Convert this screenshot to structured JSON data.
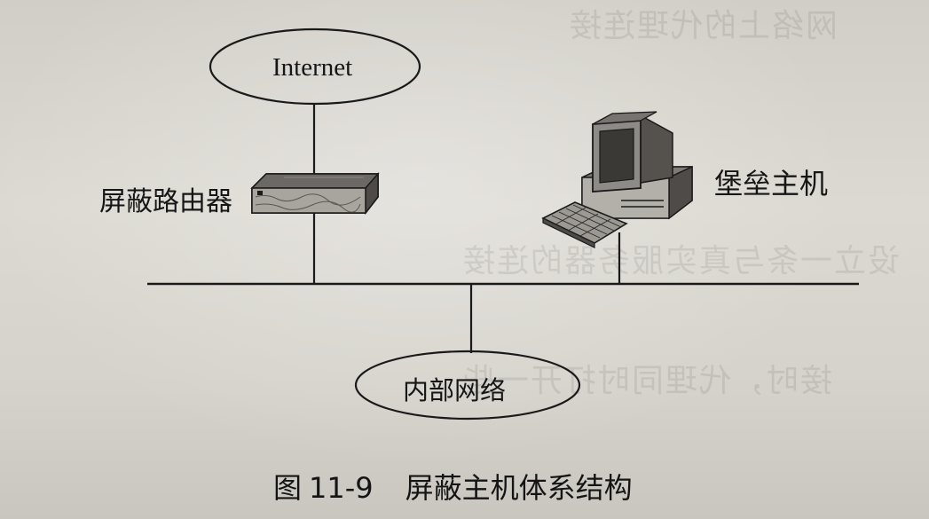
{
  "diagram": {
    "nodes": {
      "internet": "Internet",
      "screening_router": "屏蔽路由器",
      "bastion_host": "堡垒主机",
      "internal_network": "内部网络"
    },
    "edges": [
      [
        "internet",
        "screening_router"
      ],
      [
        "screening_router",
        "network_bus"
      ],
      [
        "bastion_host",
        "network_bus"
      ],
      [
        "network_bus",
        "internal_network"
      ]
    ]
  },
  "caption": {
    "prefix": "图",
    "number": "11-9",
    "title": "屏蔽主机体系结构"
  },
  "icons": {
    "internet": "cloud-ellipse-icon",
    "router": "router-device-icon",
    "bastion": "desktop-computer-icon",
    "internal_network": "network-ellipse-icon"
  },
  "colors": {
    "ink": "#161616",
    "paper": "#d9d6cf"
  }
}
